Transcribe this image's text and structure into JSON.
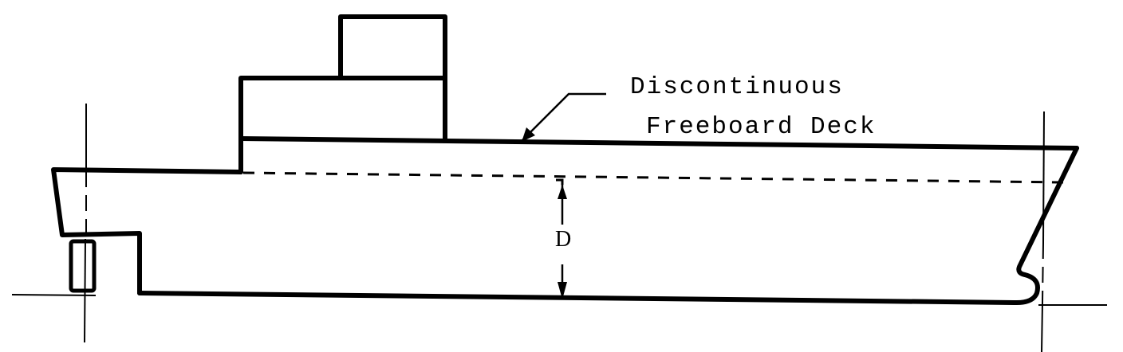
{
  "diagram": {
    "type": "ship-profile",
    "labels": {
      "callout_line1": "Discontinuous",
      "callout_line2": "Freeboard Deck",
      "dimension": "D"
    },
    "colors": {
      "line": "#000000",
      "background": "#ffffff"
    }
  }
}
